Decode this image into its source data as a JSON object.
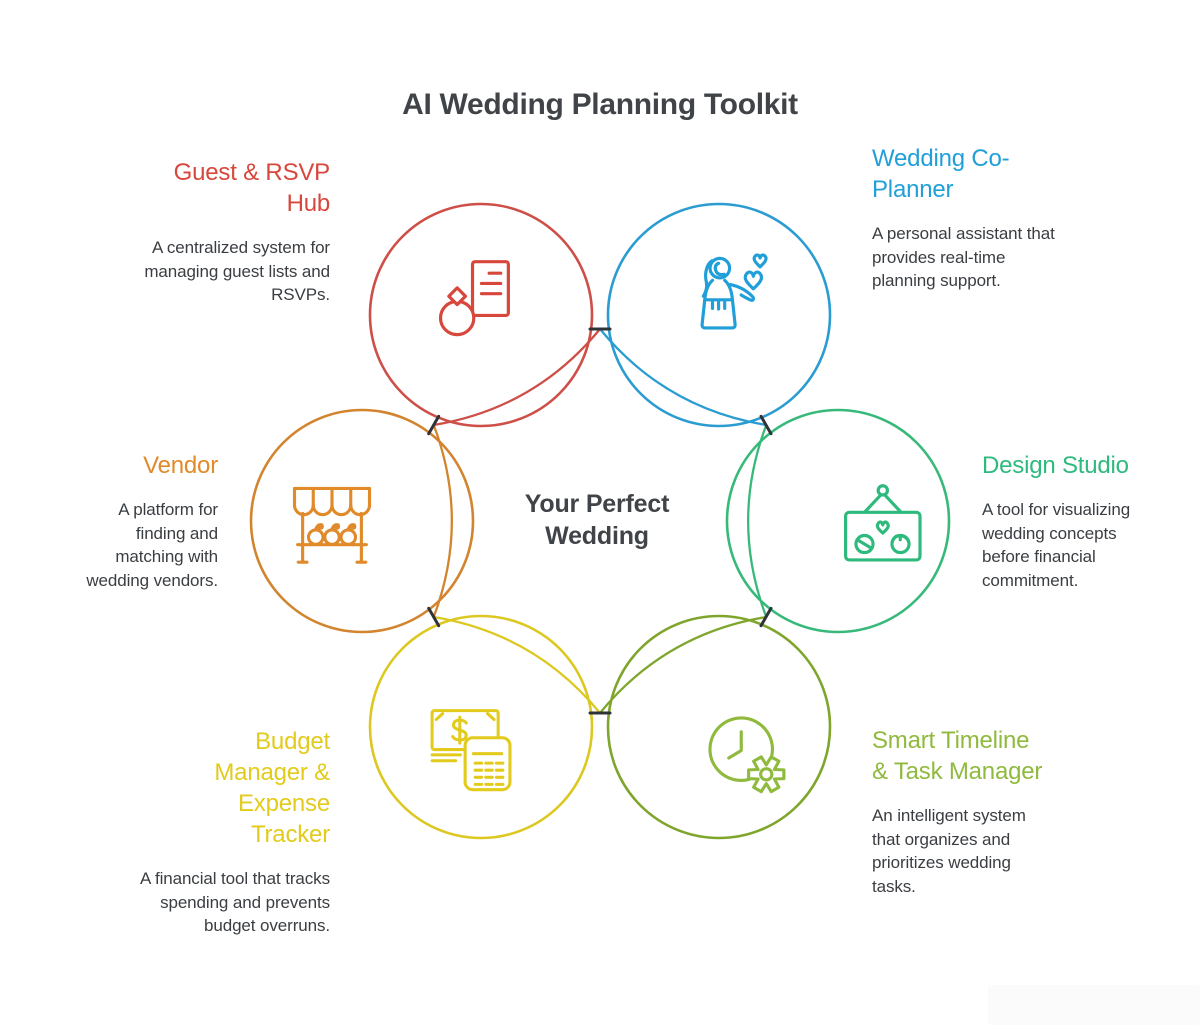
{
  "title": "AI Wedding Planning Toolkit",
  "center_label": "Your Perfect Wedding",
  "palette": {
    "background": "#ffffff",
    "title_text": "#404448",
    "body_text": "#3a3e42",
    "connector": "#2f3338",
    "watermark_bg": "#fbfbfb"
  },
  "sections": [
    {
      "id": "guest-rsvp-hub",
      "title": "Guest & RSVP Hub",
      "description": "A centralized system for managing guest lists and RSVPs.",
      "color": "#d8473c",
      "ring_color": "#ce4f48",
      "icon": "ring-document-icon"
    },
    {
      "id": "wedding-co-planner",
      "title": "Wedding Co-Planner",
      "description": "A personal assistant that provides real-time planning support.",
      "color": "#219fd8",
      "ring_color": "#2b9cd2",
      "icon": "bride-hearts-icon"
    },
    {
      "id": "design-studio",
      "title": "Design Studio",
      "description": "A tool for visualizing wedding concepts before financial commitment.",
      "color": "#2eba7d",
      "ring_color": "#38b97a",
      "icon": "couple-portrait-frame-icon"
    },
    {
      "id": "smart-timeline-task-manager",
      "title": "Smart Timeline & Task Manager",
      "description": "An intelligent system that organizes and prioritizes wedding tasks.",
      "color": "#90ba3e",
      "ring_color": "#7fa62c",
      "icon": "clock-gear-icon"
    },
    {
      "id": "budget-manager-expense-tracker",
      "title": "Budget Manager & Expense Tracker",
      "description": "A financial tool that tracks spending and prevents budget overruns.",
      "color": "#e2cb1c",
      "ring_color": "#dcc820",
      "icon": "banknote-calculator-icon"
    },
    {
      "id": "vendor",
      "title": "Vendor",
      "description": "A platform for finding and matching with wedding vendors.",
      "color": "#e08a2a",
      "ring_color": "#d2842f",
      "icon": "market-stall-icon"
    }
  ]
}
